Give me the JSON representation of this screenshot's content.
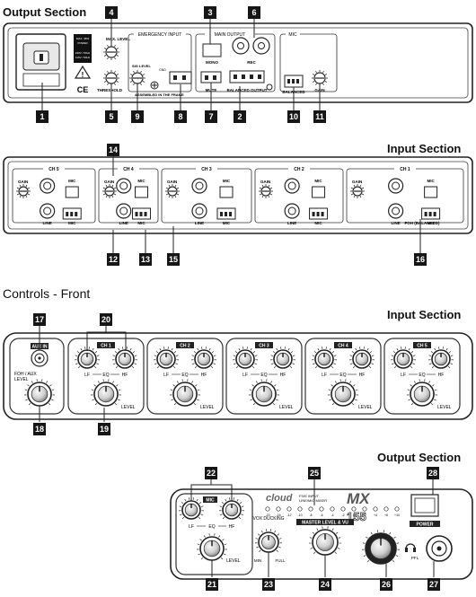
{
  "headings": {
    "output_section_top": "Output Section",
    "input_section_rear": "Input Section",
    "controls_front": "Controls - Front",
    "input_section_front": "Input Section",
    "output_section_front": "Output Section"
  },
  "rear_output_panel": {
    "power_label": "MAX. 45W\nPOWER\n\n230V / 50Hz\n115V / 60Hz",
    "max_level": "MAX. LEVEL",
    "threshold": "THRESHOLD",
    "emergency_input": "EMERGENCY INPUT",
    "sig_level": "SIG LEVEL",
    "gnd": "GND",
    "assembled": "ASSEMBLED IN THE FRAME",
    "main_output": "MAIN OUTPUT",
    "mono": "MONO",
    "rec": "REC",
    "mute": "MUTE",
    "balanced_output": "BALANCED OUTPUT",
    "mic": "MIC",
    "balanced": "BALANCED",
    "gain": "GAIN"
  },
  "rear_input_panel": {
    "channels": [
      "CH 5",
      "CH 4",
      "CH 3",
      "CH 2",
      "CH 1"
    ],
    "gain": "GAIN",
    "mic": "MIC",
    "line": "LINE",
    "foh_balanced": "FOH (BALANCED)"
  },
  "front_input_panel": {
    "aux_in": "AUX IN",
    "foh_aux_level": "FOH / AUX\nLEVEL",
    "channels": [
      "CH 1",
      "CH 2",
      "CH 3",
      "CH 4",
      "CH 5"
    ],
    "lf": "LF",
    "eq": "EQ",
    "hf": "HF",
    "level": "LEVEL"
  },
  "front_output_panel": {
    "mic": "MIC",
    "lf": "LF",
    "eq": "EQ",
    "hf": "HF",
    "level": "LEVEL",
    "vox_ducking": "VOX DUCKING",
    "min": "MIN",
    "full": "FULL",
    "brand": "cloud",
    "model_line1": "FIVE INPUT",
    "model_line2": "LINE/MIC MIXER",
    "model": "MX",
    "model_number": "155",
    "vu_scale": [
      "-20",
      "-16",
      "-12",
      "-10",
      "-8",
      "-6",
      "-4",
      "-2",
      "0",
      "+2",
      "+4",
      "+6",
      "+10"
    ],
    "master_level_vu": "MASTER LEVEL & VU",
    "power": "POWER",
    "pfl": "PFL"
  },
  "callouts": [
    "1",
    "2",
    "3",
    "4",
    "5",
    "6",
    "7",
    "8",
    "9",
    "10",
    "11",
    "12",
    "13",
    "14",
    "15",
    "16",
    "17",
    "18",
    "19",
    "20",
    "21",
    "22",
    "23",
    "24",
    "25",
    "26",
    "27",
    "28"
  ]
}
